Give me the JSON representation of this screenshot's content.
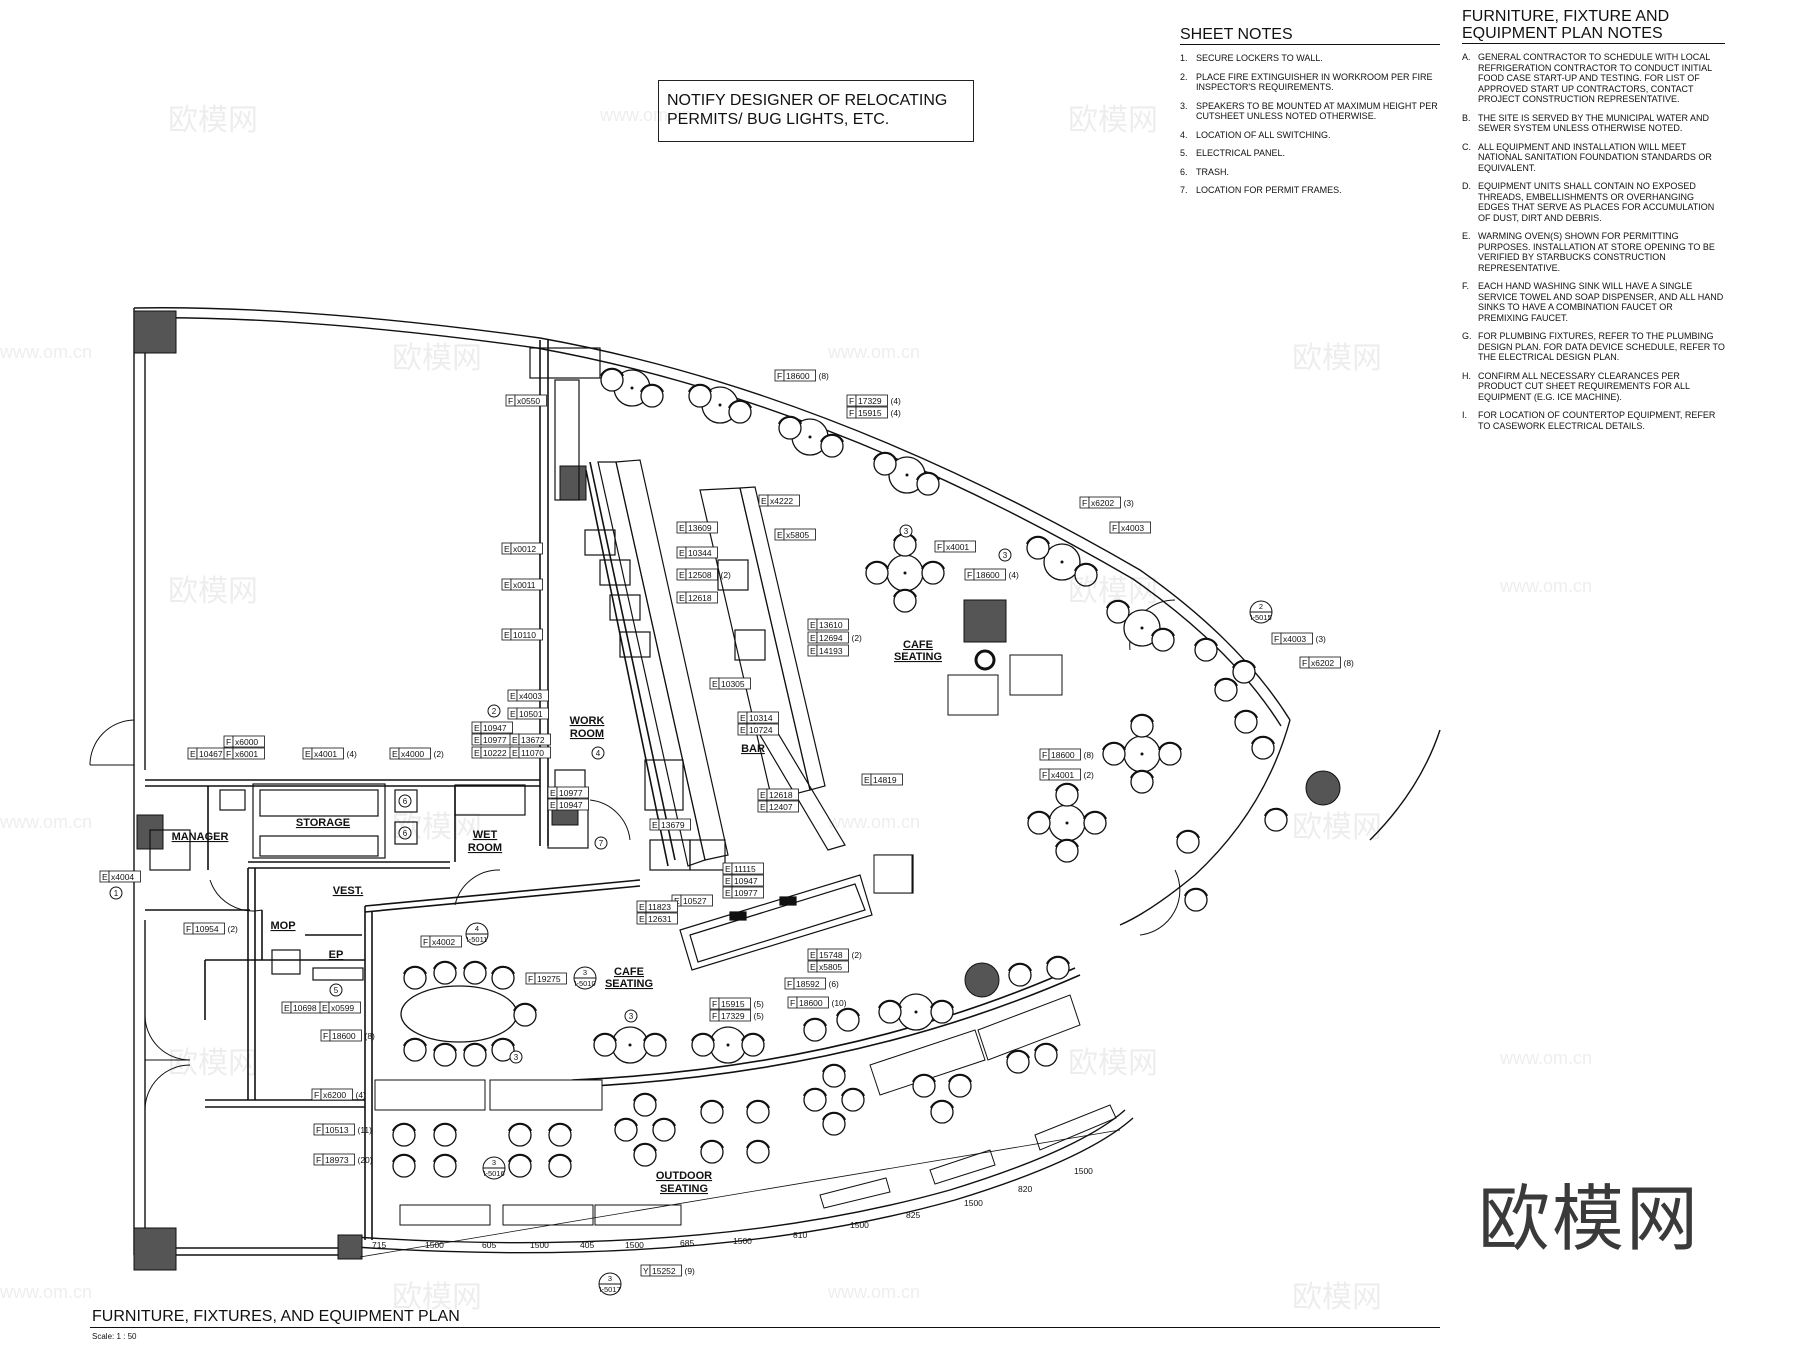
{
  "callout": {
    "line1": "NOTIFY DESIGNER OF RELOCATING",
    "line2": "PERMITS/ BUG LIGHTS, ETC."
  },
  "sheet_notes": {
    "title": "SHEET NOTES",
    "items": [
      {
        "n": "1.",
        "text": "SECURE LOCKERS TO WALL."
      },
      {
        "n": "2.",
        "text": "PLACE FIRE EXTINGUISHER IN WORKROOM PER FIRE INSPECTOR'S REQUIREMENTS."
      },
      {
        "n": "3.",
        "text": "SPEAKERS TO BE MOUNTED AT MAXIMUM HEIGHT PER CUTSHEET UNLESS NOTED OTHERWISE."
      },
      {
        "n": "4.",
        "text": "LOCATION OF ALL SWITCHING."
      },
      {
        "n": "5.",
        "text": "ELECTRICAL PANEL."
      },
      {
        "n": "6.",
        "text": "TRASH."
      },
      {
        "n": "7.",
        "text": "LOCATION FOR PERMIT FRAMES."
      }
    ]
  },
  "ffe_notes": {
    "title": "FURNITURE, FIXTURE AND EQUIPMENT PLAN NOTES",
    "items": [
      {
        "n": "A.",
        "text": "GENERAL CONTRACTOR TO SCHEDULE WITH LOCAL REFRIGERATION CONTRACTOR TO CONDUCT INITIAL FOOD CASE START-UP AND TESTING. FOR LIST OF APPROVED START UP CONTRACTORS, CONTACT PROJECT CONSTRUCTION REPRESENTATIVE."
      },
      {
        "n": "B.",
        "text": "THE SITE IS SERVED BY THE MUNICIPAL WATER AND SEWER SYSTEM UNLESS OTHERWISE NOTED."
      },
      {
        "n": "C.",
        "text": "ALL EQUIPMENT AND INSTALLATION WILL MEET NATIONAL SANITATION FOUNDATION STANDARDS OR EQUIVALENT."
      },
      {
        "n": "D.",
        "text": "EQUIPMENT UNITS SHALL CONTAIN NO EXPOSED THREADS, EMBELLISHMENTS OR OVERHANGING EDGES THAT SERVE AS PLACES FOR ACCUMULATION OF DUST, DIRT AND DEBRIS."
      },
      {
        "n": "E.",
        "text": "WARMING OVEN(S) SHOWN FOR PERMITTING PURPOSES. INSTALLATION AT STORE OPENING TO BE VERIFIED BY STARBUCKS CONSTRUCTION REPRESENTATIVE."
      },
      {
        "n": "F.",
        "text": "EACH HAND WASHING SINK WILL HAVE A SINGLE SERVICE TOWEL AND SOAP DISPENSER, AND ALL HAND SINKS TO HAVE A COMBINATION FAUCET OR PREMIXING FAUCET."
      },
      {
        "n": "G.",
        "text": "FOR PLUMBING FIXTURES, REFER TO THE PLUMBING DESIGN PLAN. FOR DATA DEVICE SCHEDULE, REFER TO THE ELECTRICAL DESIGN PLAN."
      },
      {
        "n": "H.",
        "text": "CONFIRM ALL NECESSARY CLEARANCES PER PRODUCT CUT SHEET REQUIREMENTS FOR ALL EQUIPMENT (E.G. ICE MACHINE)."
      },
      {
        "n": "I.",
        "text": "FOR LOCATION OF COUNTERTOP EQUIPMENT, REFER TO CASEWORK ELECTRICAL DETAILS."
      }
    ]
  },
  "rooms": {
    "work_room_1": "WORK",
    "work_room_2": "ROOM",
    "bar": "BAR",
    "cafe_seating_a1": "CAFE",
    "cafe_seating_a2": "SEATING",
    "cafe_seating_b1": "CAFE",
    "cafe_seating_b2": "SEATING",
    "storage": "STORAGE",
    "manager": "MANAGER",
    "wet_room_1": "WET",
    "wet_room_2": "ROOM",
    "vest": "VEST.",
    "mop": "MOP",
    "ep": "EP",
    "outdoor_seating_1": "OUTDOOR",
    "outdoor_seating_2": "SEATING"
  },
  "tags": {
    "t01": {
      "p": "F",
      "c": "x0550"
    },
    "t02": {
      "p": "F",
      "c": "18600",
      "q": "(8)"
    },
    "t03": {
      "p": "F",
      "c": "17329",
      "q": "(4)"
    },
    "t04": {
      "p": "F",
      "c": "15915",
      "q": "(4)"
    },
    "t05": {
      "p": "E",
      "c": "x4222"
    },
    "t06": {
      "p": "E",
      "c": "x5805"
    },
    "t07": {
      "p": "E",
      "c": "13609"
    },
    "t08": {
      "p": "E",
      "c": "10344"
    },
    "t09": {
      "p": "E",
      "c": "12508",
      "q": "(2)"
    },
    "t10": {
      "p": "E",
      "c": "12618"
    },
    "t11": {
      "p": "E",
      "c": "x0012"
    },
    "t12": {
      "p": "E",
      "c": "x0011"
    },
    "t13": {
      "p": "E",
      "c": "10110"
    },
    "t14": {
      "p": "E",
      "c": "13610"
    },
    "t15": {
      "p": "E",
      "c": "12694",
      "q": "(2)"
    },
    "t16": {
      "p": "E",
      "c": "14193"
    },
    "t17": {
      "p": "E",
      "c": "10305"
    },
    "t18": {
      "p": "E",
      "c": "x4003"
    },
    "t19": {
      "p": "E",
      "c": "10501"
    },
    "t20": {
      "p": "E",
      "c": "10314"
    },
    "t21": {
      "p": "E",
      "c": "10724"
    },
    "t22": {
      "p": "E",
      "c": "10947"
    },
    "t23": {
      "p": "E",
      "c": "10977"
    },
    "t24": {
      "p": "E",
      "c": "13672"
    },
    "t25": {
      "p": "E",
      "c": "10222"
    },
    "t26": {
      "p": "E",
      "c": "11070"
    },
    "t27": {
      "p": "F",
      "c": "x6000"
    },
    "t28": {
      "p": "E",
      "c": "10467"
    },
    "t29": {
      "p": "F",
      "c": "x6001"
    },
    "t30": {
      "p": "E",
      "c": "x4001",
      "q": "(4)"
    },
    "t31": {
      "p": "E",
      "c": "x4000",
      "q": "(2)"
    },
    "t32": {
      "p": "E",
      "c": "10977"
    },
    "t33": {
      "p": "E",
      "c": "10947"
    },
    "t34": {
      "p": "E",
      "c": "13679"
    },
    "t35": {
      "p": "E",
      "c": "12618"
    },
    "t36": {
      "p": "E",
      "c": "12407"
    },
    "t37": {
      "p": "E",
      "c": "14819"
    },
    "t38": {
      "p": "E",
      "c": "11115"
    },
    "t39": {
      "p": "E",
      "c": "10947"
    },
    "t40": {
      "p": "E",
      "c": "10977"
    },
    "t41": {
      "p": "E",
      "c": "10527"
    },
    "t42": {
      "p": "E",
      "c": "11823"
    },
    "t43": {
      "p": "E",
      "c": "12631"
    },
    "t44": {
      "p": "E",
      "c": "15748",
      "q": "(2)"
    },
    "t45": {
      "p": "E",
      "c": "x5805"
    },
    "t46": {
      "p": "F",
      "c": "18592",
      "q": "(6)"
    },
    "t47": {
      "p": "F",
      "c": "18600",
      "q": "(10)"
    },
    "t48": {
      "p": "F",
      "c": "15915",
      "q": "(5)"
    },
    "t49": {
      "p": "F",
      "c": "17329",
      "q": "(5)"
    },
    "t50": {
      "p": "F",
      "c": "19275"
    },
    "t51": {
      "p": "F",
      "c": "x4002"
    },
    "t52": {
      "p": "E",
      "c": "10698"
    },
    "t53": {
      "p": "E",
      "c": "x0599"
    },
    "t54": {
      "p": "F",
      "c": "18600",
      "q": "(8)"
    },
    "t55": {
      "p": "F",
      "c": "x6200",
      "q": "(4)"
    },
    "t56": {
      "p": "F",
      "c": "10513",
      "q": "(11)"
    },
    "t57": {
      "p": "F",
      "c": "18973",
      "q": "(20)"
    },
    "t58": {
      "p": "Y",
      "c": "15252",
      "q": "(9)"
    },
    "t59": {
      "p": "E",
      "c": "x4004"
    },
    "t60": {
      "p": "F",
      "c": "10954",
      "q": "(2)"
    },
    "t61": {
      "p": "F",
      "c": "x4001"
    },
    "t62": {
      "p": "F",
      "c": "18600",
      "q": "(4)"
    },
    "t63": {
      "p": "F",
      "c": "x6202",
      "q": "(3)"
    },
    "t64": {
      "p": "F",
      "c": "x4003"
    },
    "t65": {
      "p": "F",
      "c": "x4003",
      "q": "(3)"
    },
    "t66": {
      "p": "F",
      "c": "x6202",
      "q": "(8)"
    },
    "t67": {
      "p": "F",
      "c": "18600",
      "q": "(8)"
    },
    "t68": {
      "p": "F",
      "c": "x4001",
      "q": "(2)"
    }
  },
  "keynotes": {
    "k1": "1",
    "k2": "2",
    "k3": "3",
    "k4": "4",
    "k5": "5",
    "k6": "6",
    "k7": "7"
  },
  "details": {
    "d1": {
      "num": "4",
      "sheet": "I-5011"
    },
    "d2": {
      "num": "3",
      "sheet": "I-5010"
    },
    "d3": {
      "num": "3",
      "sheet": "I-5016"
    },
    "d4": {
      "num": "3",
      "sheet": "I-5017"
    },
    "d5": {
      "num": "2",
      "sheet": "I-5015"
    }
  },
  "dimensions": [
    "715",
    "1500",
    "605",
    "1500",
    "405",
    "1500",
    "685",
    "1500",
    "810",
    "1500",
    "825",
    "1500",
    "820",
    "1500"
  ],
  "title": "FURNITURE, FIXTURES, AND EQUIPMENT PLAN",
  "scale": "Scale: 1 : 50",
  "watermark": "欧模网",
  "watermark_url": "www.om.cn"
}
